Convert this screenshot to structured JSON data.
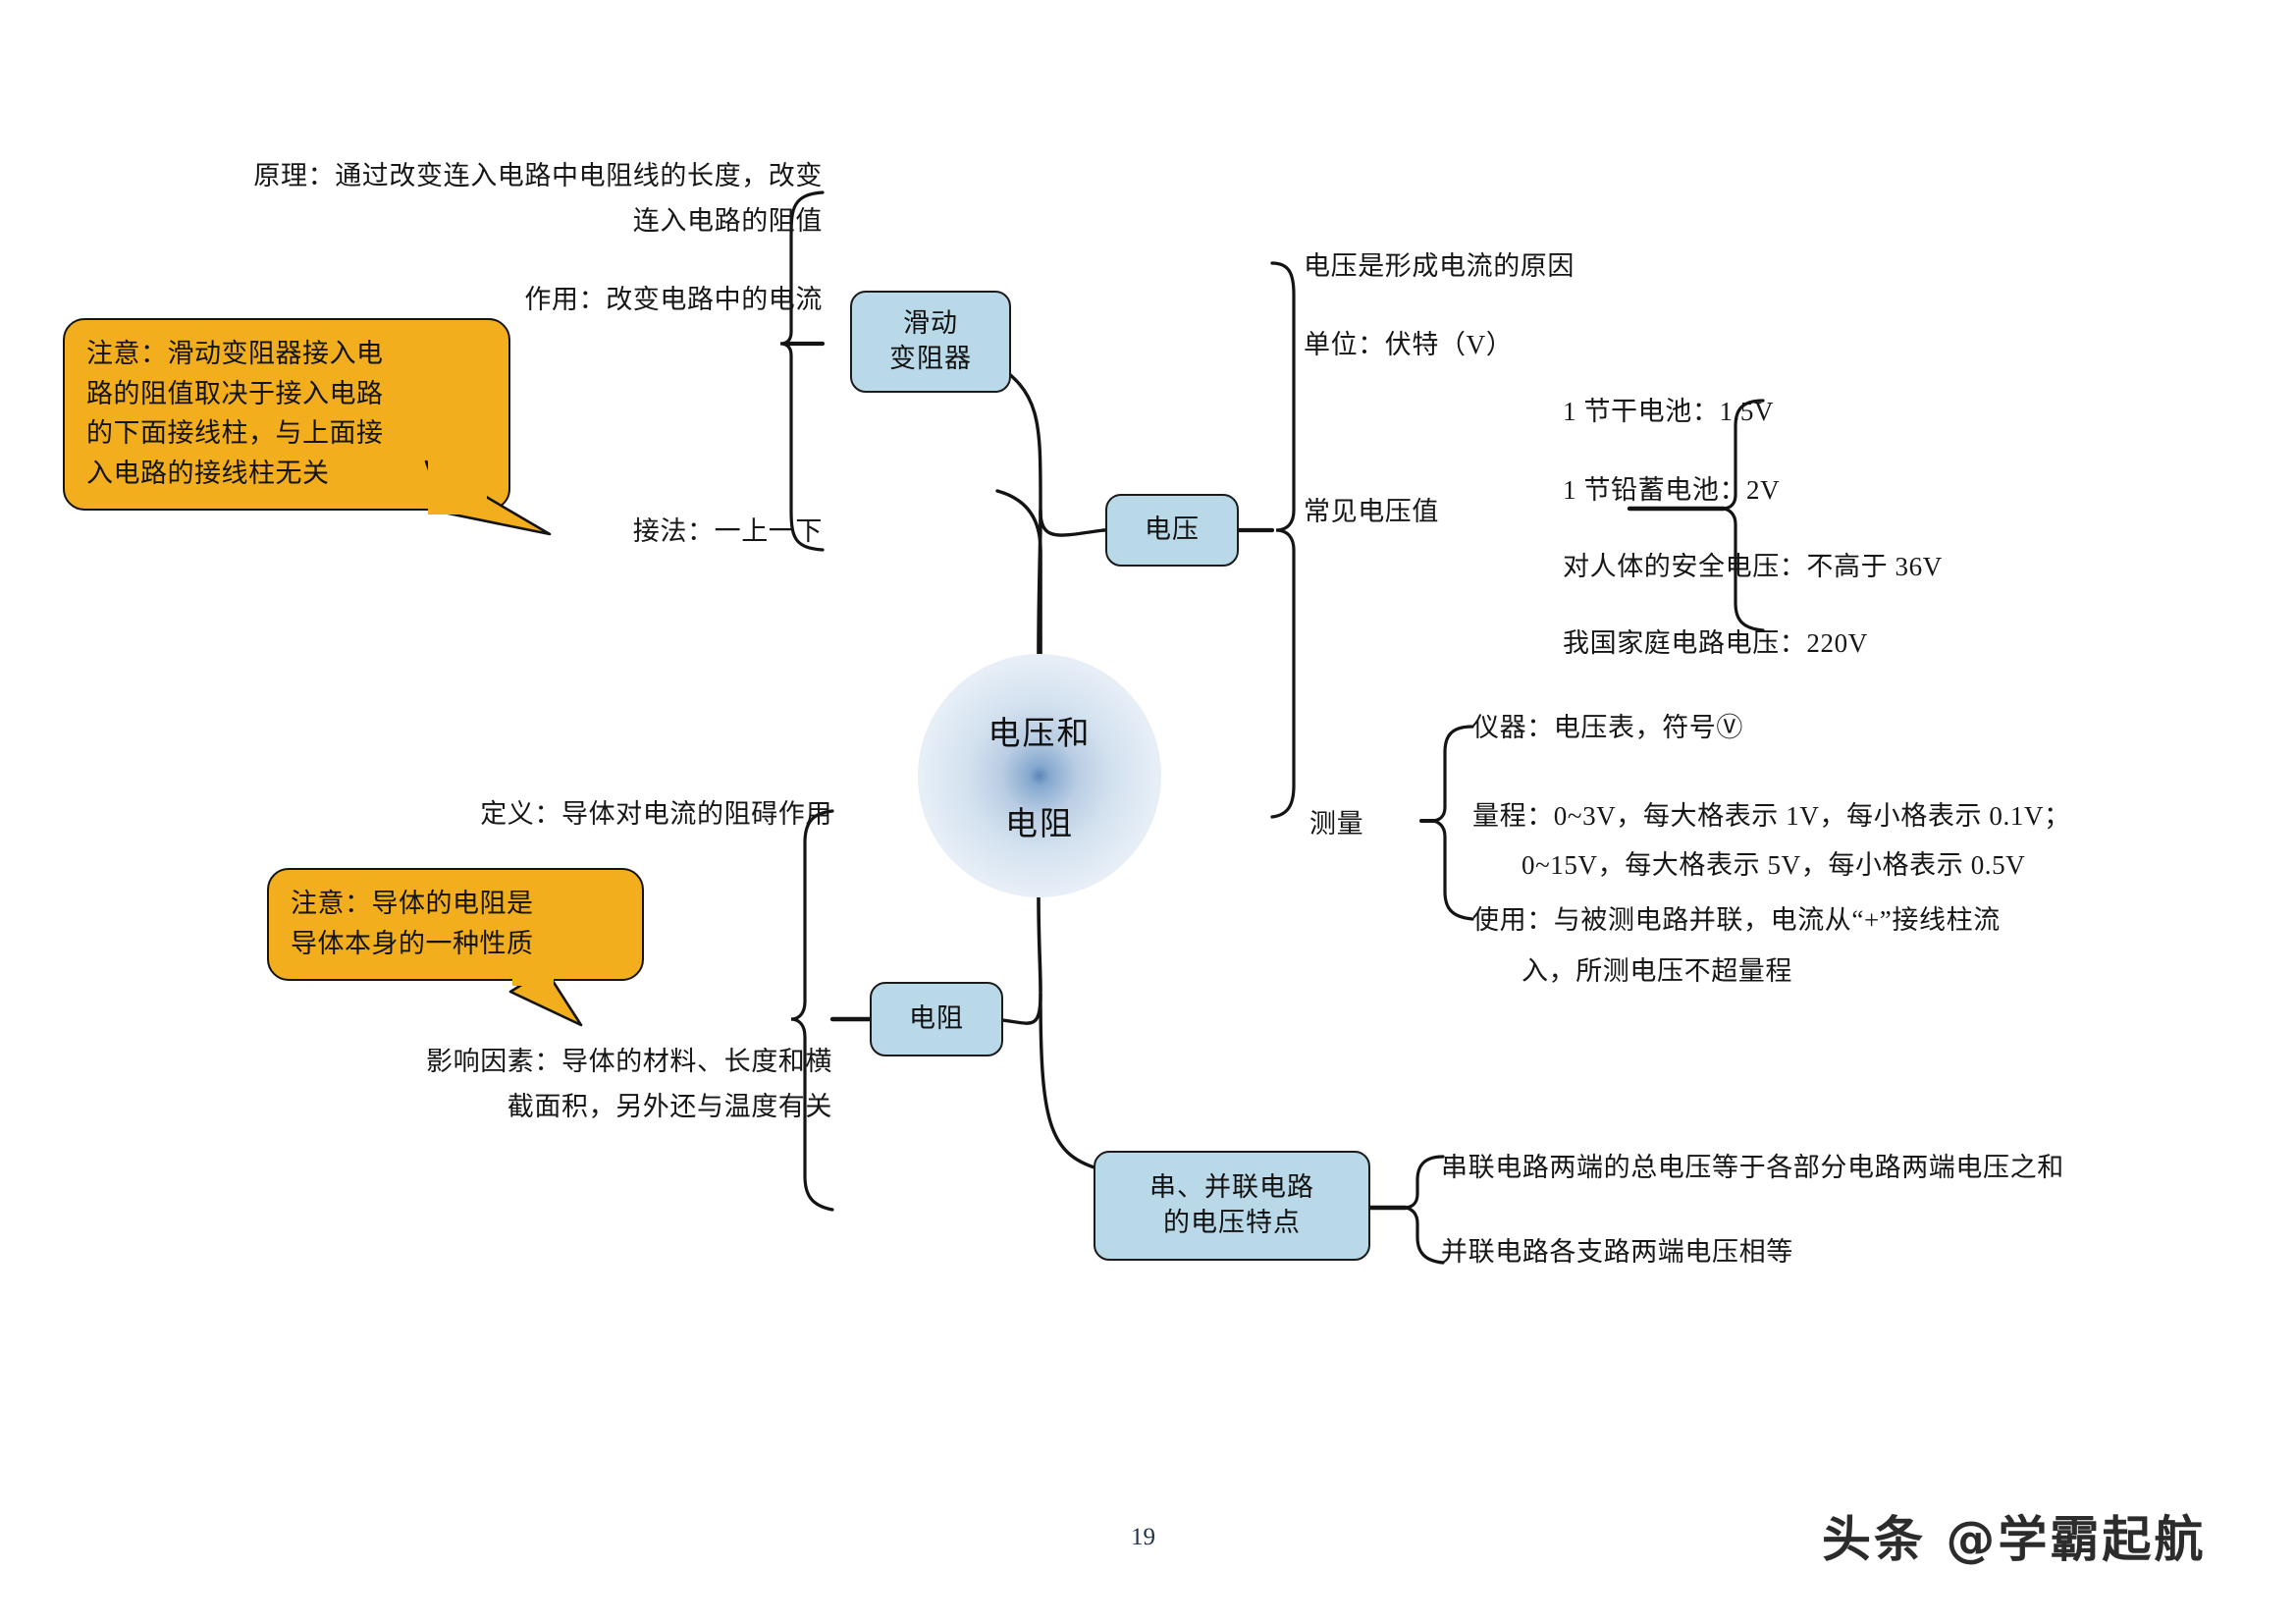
{
  "center": {
    "line1": "电压和",
    "line2": "电阻"
  },
  "nodes": {
    "rheostat": "滑动\n变阻器",
    "voltage": "电压",
    "resistance": "电阻",
    "series_parallel": "串、并联电路\n的电压特点"
  },
  "rheostat_branch": {
    "principle_line1": "原理：通过改变连入电路中电阻线的长度，改变",
    "principle_line2": "连入电路的阻值",
    "function": "作用：改变电路中的电流",
    "wiring": "接法：一上一下"
  },
  "voltage_branch": {
    "cause": "电压是形成电流的原因",
    "unit": "单位：伏特（V）",
    "common_values_label": "常见电压值",
    "common_values": [
      "1 节干电池：1.5V",
      "1 节铅蓄电池：2V",
      "对人体的安全电压：不高于 36V",
      "我国家庭电路电压：220V"
    ],
    "measure_label": "测量",
    "measure": {
      "instrument": "仪器：电压表，符号Ⓥ",
      "range_line1": "量程：0~3V，每大格表示 1V，每小格表示 0.1V；",
      "range_line2": "0~15V，每大格表示 5V，每小格表示 0.5V",
      "usage_line1": "使用：与被测电路并联，电流从“+”接线柱流",
      "usage_line2": "入，所测电压不超量程"
    }
  },
  "resistance_branch": {
    "definition": "定义：导体对电流的阻碍作用",
    "factors_line1": "影响因素：导体的材料、长度和横",
    "factors_line2": "截面积，另外还与温度有关"
  },
  "series_parallel_branch": {
    "series": "串联电路两端的总电压等于各部分电路两端电压之和",
    "parallel": "并联电路各支路两端电压相等"
  },
  "callouts": {
    "rheostat_note": "注意：滑动变阻器接入电\n路的阻值取决于接入电路\n的下面接线柱，与上面接\n入电路的接线柱无关",
    "resistance_note": "注意：导体的电阻是\n导体本身的一种性质"
  },
  "footer": {
    "page_number": "19",
    "watermark": "头条 @学霸起航"
  },
  "colors": {
    "node_fill": "#b9d9e8",
    "callout_fill": "#f2ae1c",
    "line": "#141414",
    "center_core": "#5b86b8"
  }
}
